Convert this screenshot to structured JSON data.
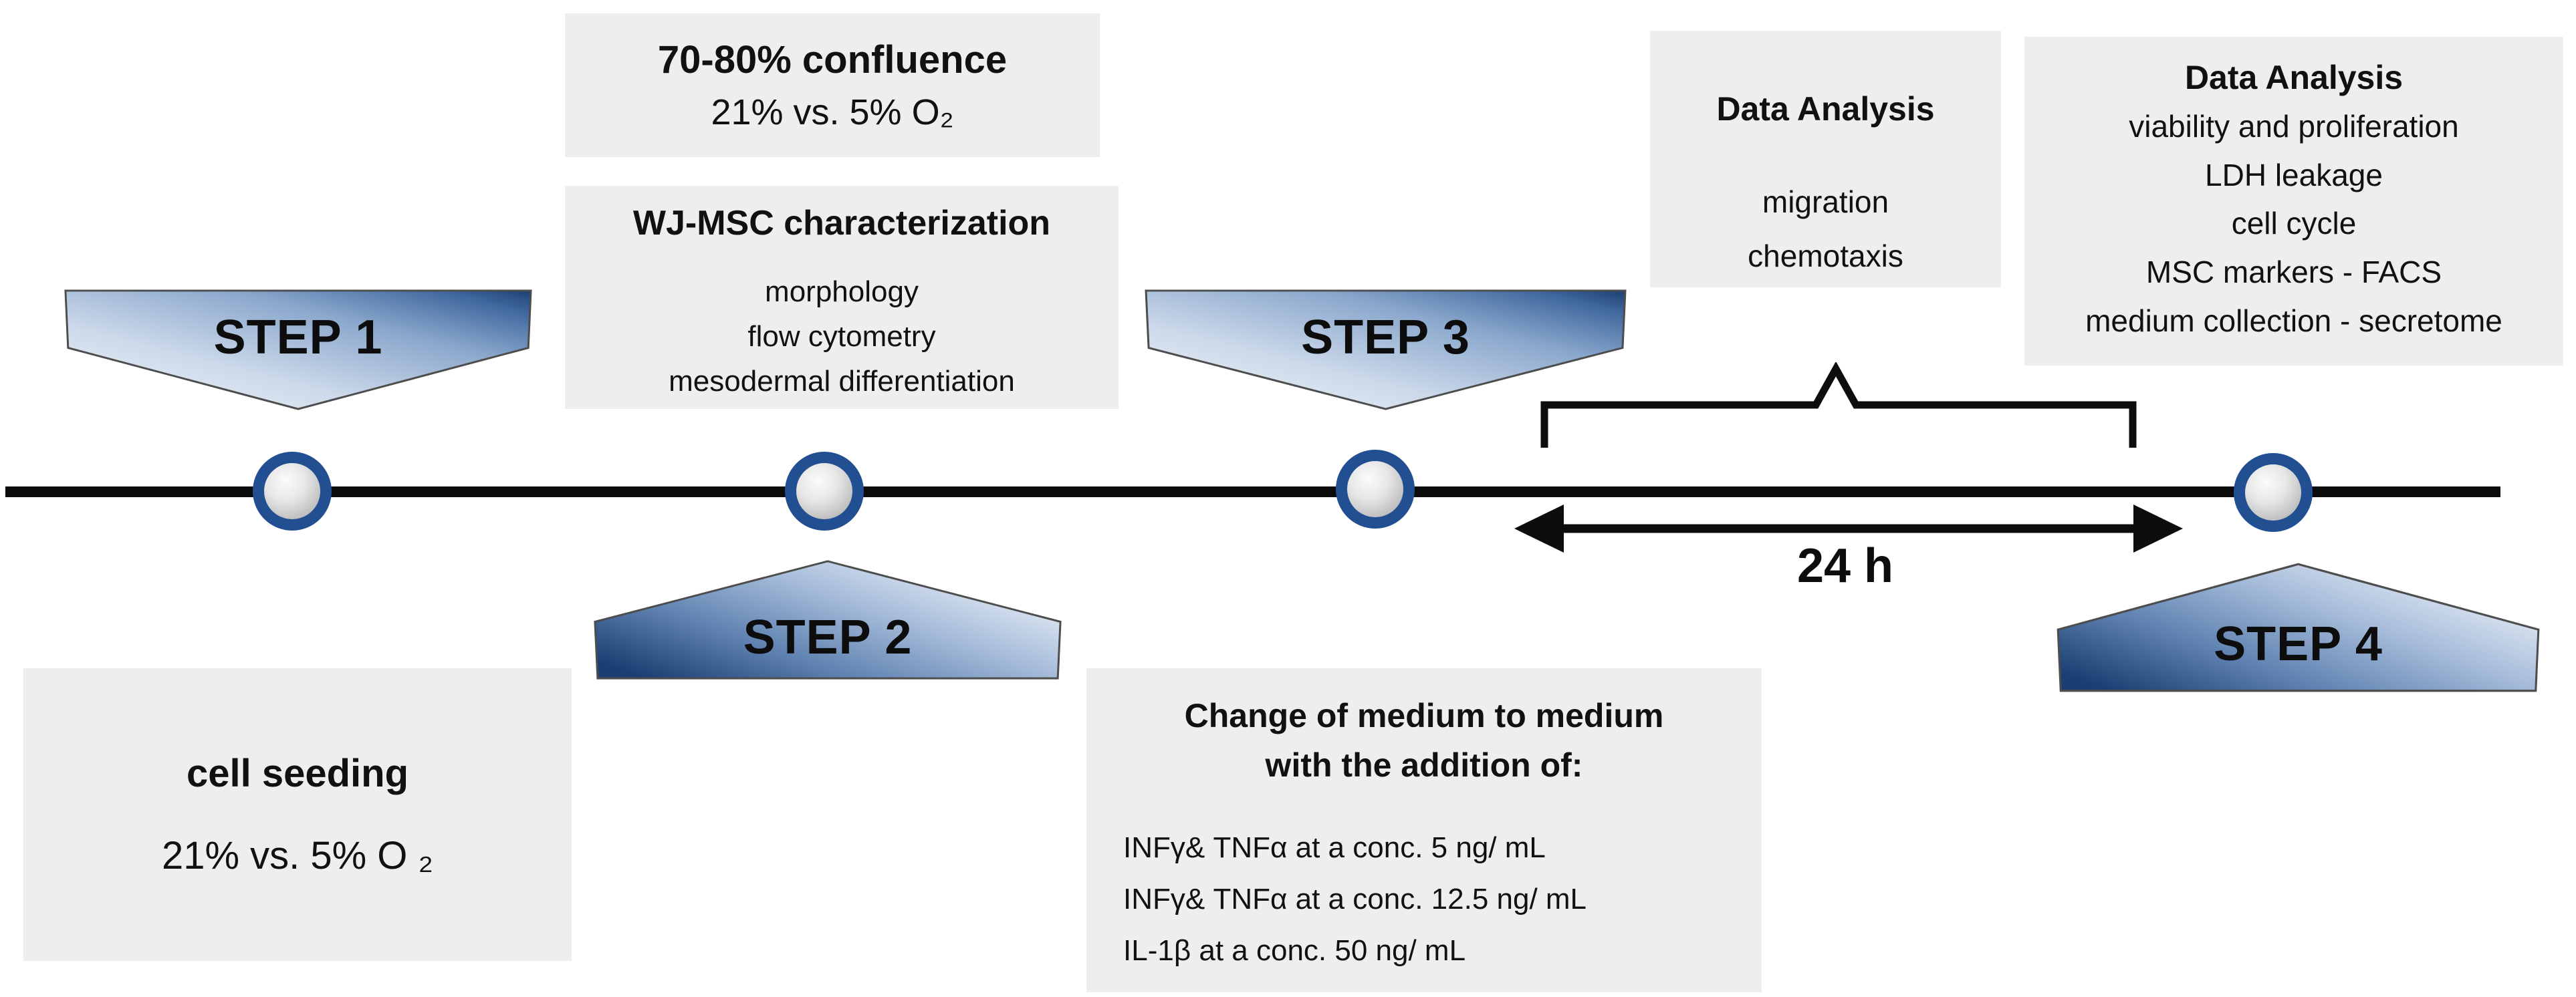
{
  "figure": {
    "type": "experimental-workflow-timeline",
    "duration_label": "24 h"
  },
  "steps": [
    {
      "label": "STEP 1",
      "direction": "down"
    },
    {
      "label": "STEP 2",
      "direction": "up"
    },
    {
      "label": "STEP 3",
      "direction": "down"
    },
    {
      "label": "STEP 4",
      "direction": "up"
    }
  ],
  "boxes": {
    "confluence": {
      "title": "70-80% confluence",
      "subtitle": "21% vs. 5% O₂"
    },
    "characterization": {
      "title": "WJ-MSC characterization",
      "items": [
        "morphology",
        "flow cytometry",
        "mesodermal differentiation"
      ]
    },
    "data_analysis_mid": {
      "title": "Data Analysis",
      "items": [
        "migration",
        "chemotaxis"
      ]
    },
    "data_analysis_right": {
      "title": "Data Analysis",
      "items": [
        "viability and proliferation",
        "LDH leakage",
        "cell cycle",
        "MSC markers - FACS",
        "medium collection - secretome"
      ]
    },
    "cell_seeding": {
      "title": "cell seeding",
      "subtitle": "21% vs. 5% O ₂"
    },
    "medium_change": {
      "title_line1": "Change of medium to medium",
      "title_line2": "with the addition of:",
      "items": [
        "INFγ& TNFα at a conc. 5 ng/ mL",
        "INFγ& TNFα at a conc. 12.5 ng/ mL",
        "IL-1β at a conc. 50 ng/ mL"
      ]
    }
  },
  "colors": {
    "banner_blue_dark": "#1b3f72",
    "banner_blue_mid": "#8aa7cc",
    "banner_blue_light": "#f6f9fc",
    "node_ring_blue": "#214f91",
    "node_fill_silver": "#c3c3c3",
    "box_background_gray": "#efeeee",
    "line_black": "#0b0b0b"
  }
}
